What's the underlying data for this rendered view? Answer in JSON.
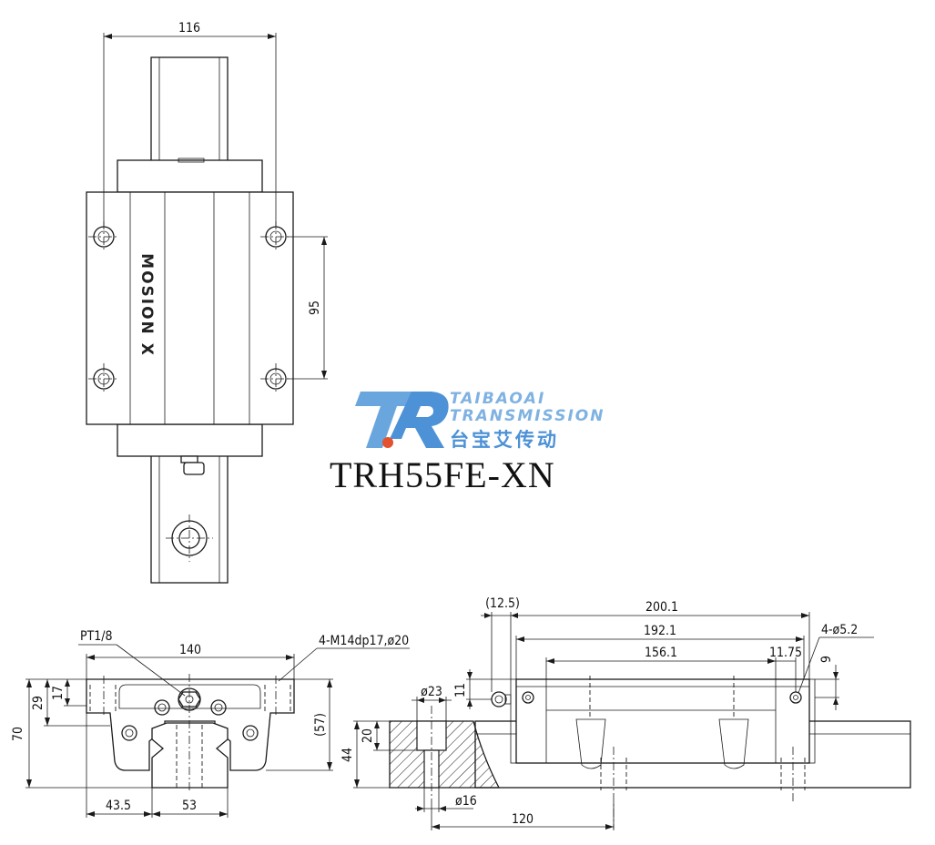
{
  "title": "TRH55FE-XN",
  "watermark": {
    "line1": "TAIBAOAI",
    "line2": "TRANSMISSION",
    "line3": "台宝艾传动",
    "color_light": "#7fb2e2",
    "color_dark": "#4d92d6"
  },
  "block_marking": "MOSION X",
  "top_view": {
    "dim_width": "116",
    "dim_hole_pitch": "95"
  },
  "front_view": {
    "dim_width": "140",
    "dim_height": "70",
    "dim_mount": "29",
    "dim_flange": "17",
    "dim_h": "(57)",
    "dim_edge": "43.5",
    "dim_rail": "53",
    "callout_lube": "PT1/8",
    "callout_thread": "4-M14dp17,ø20"
  },
  "side_view": {
    "dim_nipple": "(12.5)",
    "dim_length": "200.1",
    "dim_body": "192.1",
    "dim_pitch": "156.1",
    "dim_offset": "11.75",
    "dim_hole_h": "9",
    "dim_top": "11",
    "callout_hole": "4-ø5.2",
    "rail_counterbore": "ø23",
    "rail_hole": "ø16",
    "rail_height": "44",
    "rail_depth": "20",
    "rail_pitch": "120"
  }
}
